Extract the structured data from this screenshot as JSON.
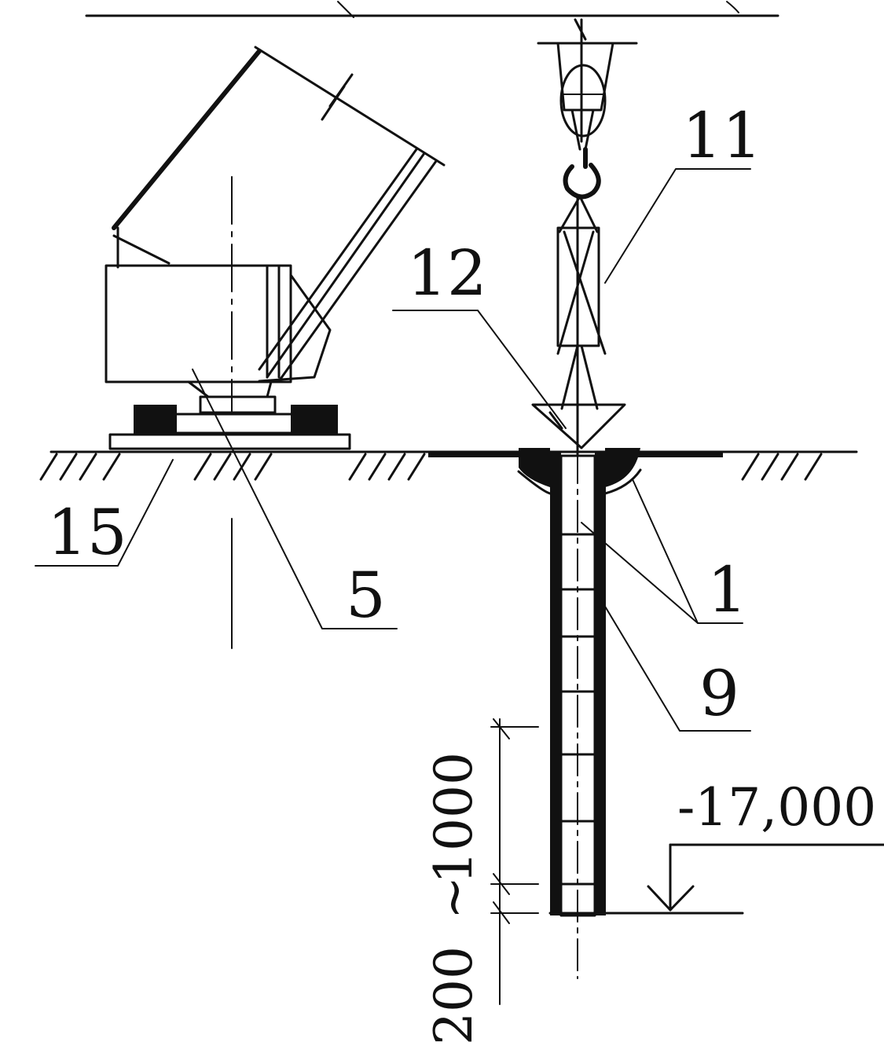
{
  "labels": {
    "l11": "11",
    "l12": "12",
    "l15": "15",
    "l5": "5",
    "l1": "1",
    "l9": "9"
  },
  "dimensions": {
    "elevation": "-17,000",
    "upper_length": "1000",
    "lower_length": "200",
    "separator": "~"
  }
}
